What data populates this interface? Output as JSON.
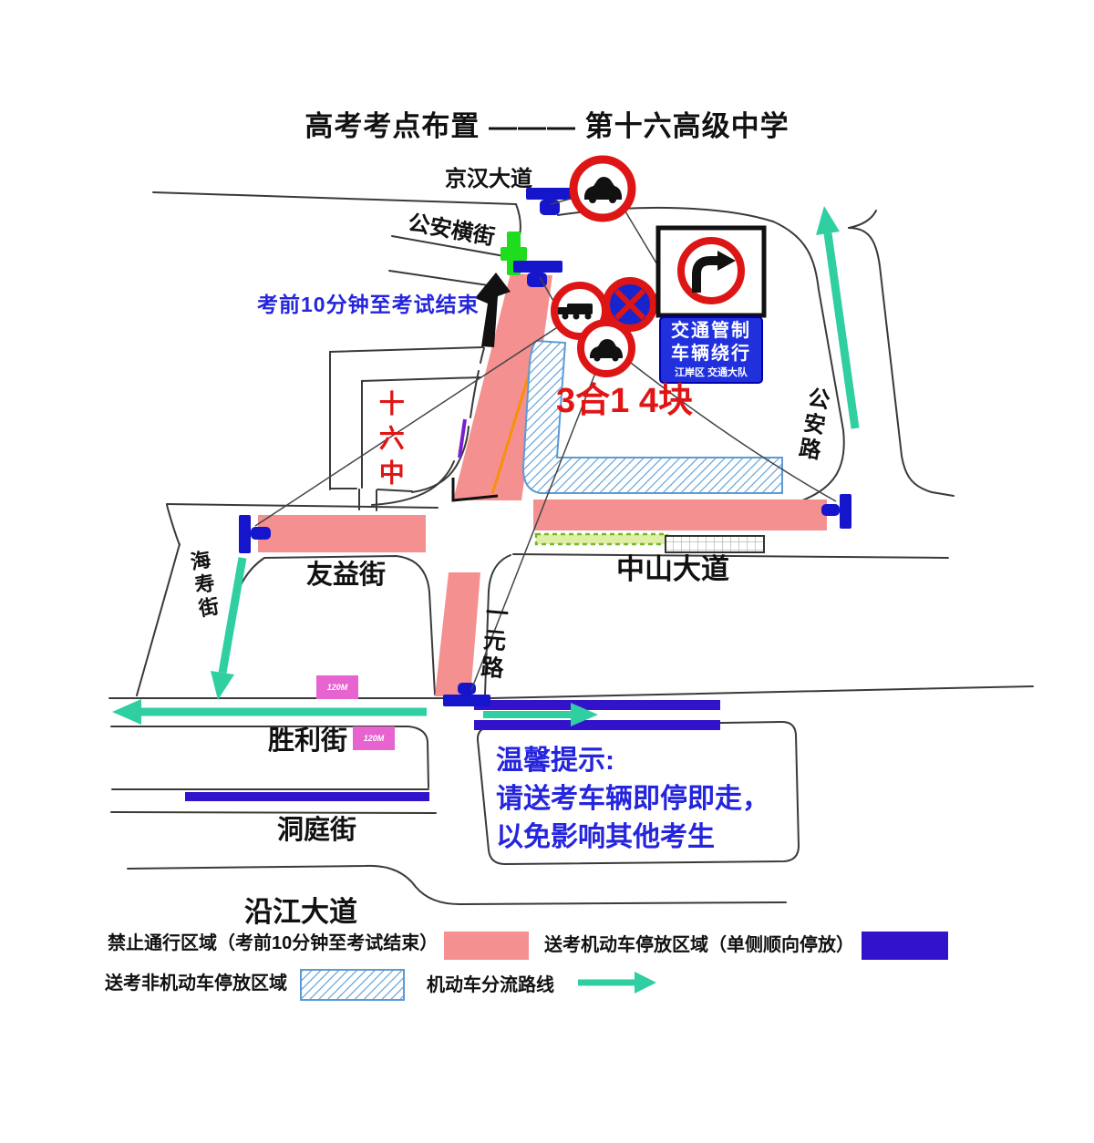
{
  "title": "高考考点布置 ——— 第十六高级中学",
  "streets": {
    "jinghan_avenue": "京汉大道",
    "gongan_side_street": "公安横街",
    "gongan_road": "公安路",
    "haishou_street": "海寿街",
    "youyi_street": "友益街",
    "zhongshan_avenue": "中山大道",
    "yiyuan_road": "一元路",
    "shengli_street": "胜利街",
    "dongting_street": "洞庭街",
    "yanjiang_avenue": "沿江大道"
  },
  "annotations": {
    "restriction_period": "考前10分钟至考试结束",
    "school_name": "十六中",
    "signs_note": "3合1 4块",
    "distance_marker_left": "120M",
    "distance_marker_right": "120M"
  },
  "traffic_sign_board": {
    "line1": "交通管制",
    "line2": "车辆绕行",
    "footer": "江岸区 交通大队"
  },
  "notice": {
    "heading": "温馨提示:",
    "line1": "请送考车辆即停即走，",
    "line2": "以免影响其他考生"
  },
  "legend": {
    "no_pass_zone": "禁止通行区域（考前10分钟至考试结束）",
    "motor_parking_zone": "送考机动车停放区域（单侧顺向停放）",
    "non_motor_parking_zone": "送考非机动车停放区域",
    "diversion_route": "机动车分流路线"
  },
  "colors": {
    "restricted_pink": "#f59090",
    "motor_parking_purple": "#3312cc",
    "non_motor_hatch_blue": "#5b9bd5",
    "diversion_teal": "#2fcfa2",
    "prohibition_sign_red": "#dd1515",
    "sign_board_blue": "#2030dd",
    "notice_text_blue": "#2525dd",
    "school_text_red": "#e01515",
    "distance_marker_magenta": "#e763cf",
    "signal_green": "#1ddd1d"
  }
}
